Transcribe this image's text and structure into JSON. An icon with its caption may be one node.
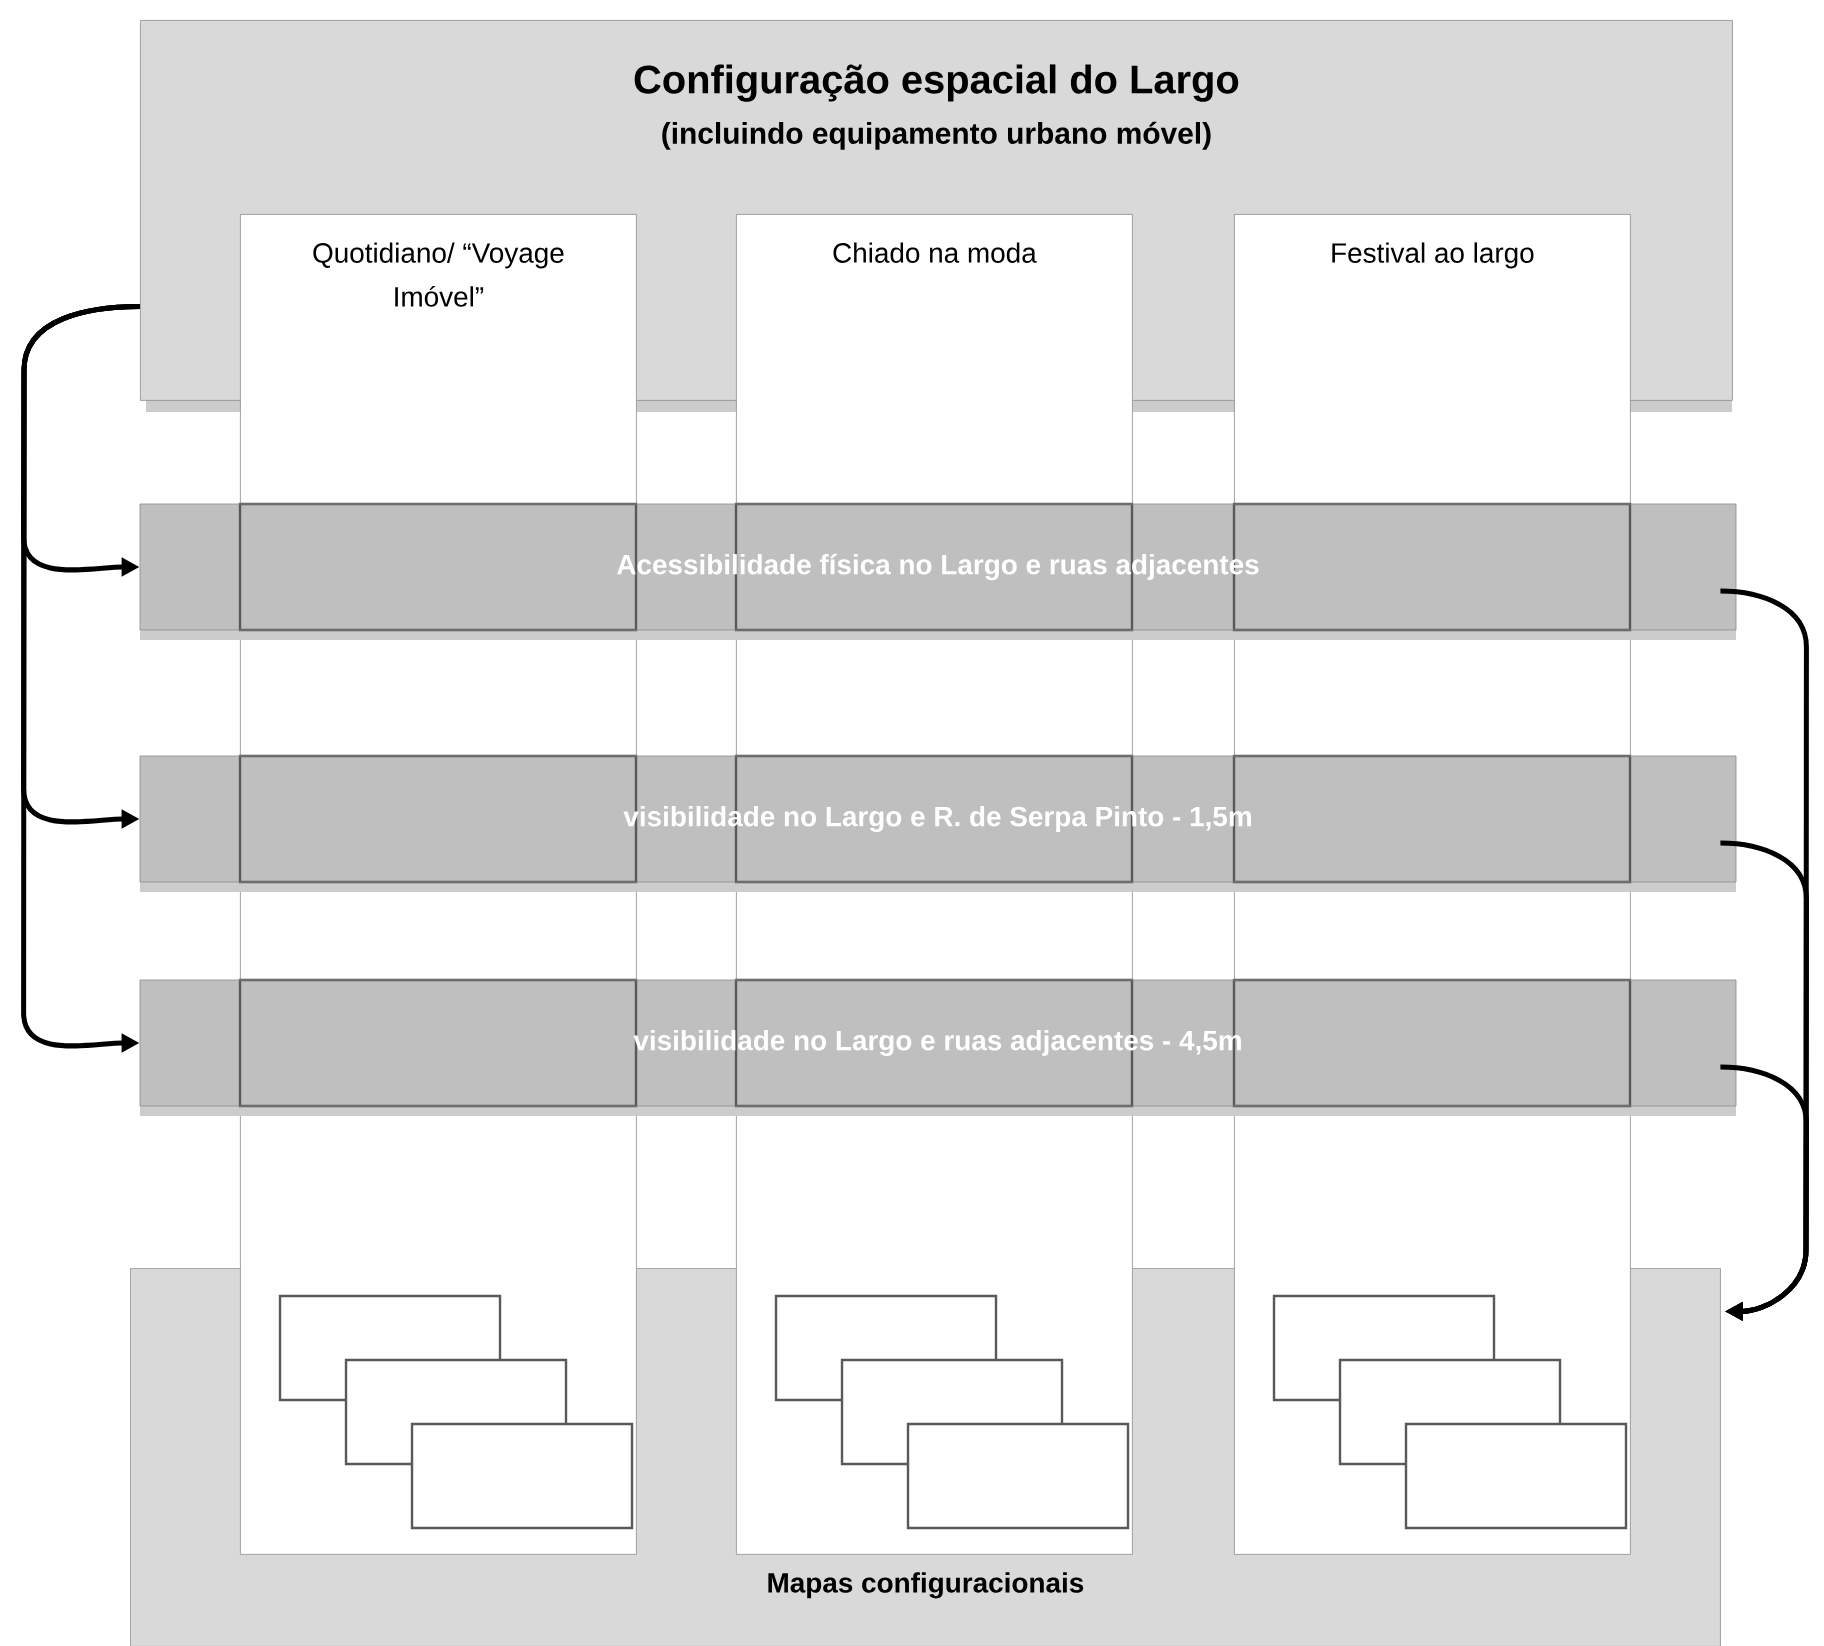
{
  "diagram": {
    "nodes": [
      {
        "text": [
          "Configuração espacial do Largo",
          "(incluindo equipamento urbano móvel)"
        ]
      },
      {
        "text": [
          "Quotidiano/ “Voyage Imóvel”"
        ]
      },
      {
        "text": [
          "Chiado na moda"
        ]
      },
      {
        "text": [
          "Festival ao largo"
        ]
      },
      {
        "text": [
          "Acessibilidade física no Largo e ruas adjacentes"
        ]
      },
      {
        "text": [
          "visibilidade no Largo e R. de Serpa Pinto - 1,5m"
        ]
      },
      {
        "text": [
          "visibilidade no Largo e ruas adjacentes - 4,5m"
        ]
      },
      {
        "text": [
          "Mapas configuracionais"
        ]
      }
    ],
    "edges": [
      {
        "from": 0,
        "to": 4,
        "arrow": "to"
      },
      {
        "from": 0,
        "to": 5,
        "arrow": "to"
      },
      {
        "from": 0,
        "to": 6,
        "arrow": "to"
      },
      {
        "from": 4,
        "to": 7,
        "arrow": "to"
      },
      {
        "from": 5,
        "to": 7,
        "arrow": "to"
      },
      {
        "from": 6,
        "to": 7,
        "arrow": "to"
      }
    ]
  }
}
